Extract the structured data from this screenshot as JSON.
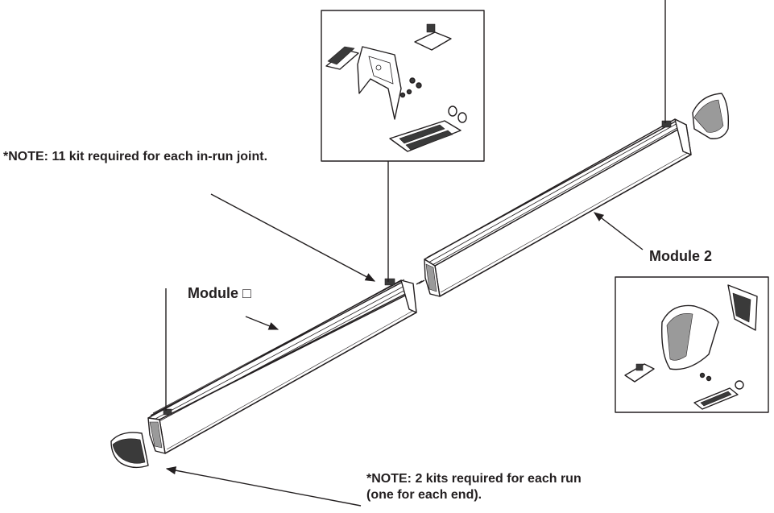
{
  "labels": {
    "note_joint": "*NOTE: 11 kit required for each in-run joint.",
    "note_run_line1": "*NOTE: 2 kits required for each run",
    "note_run_line2": "(one for each end).",
    "module_1": "Module □",
    "module_2": "Module 2"
  },
  "colors": {
    "line": "#231f20",
    "fill": "#ffffff",
    "shade": "#9a9a9a",
    "dark": "#3a3a3a"
  },
  "icons": {
    "joint_kit_panel": "joint-kit-parts-icon",
    "end_kit_panel": "end-cap-kit-parts-icon"
  }
}
